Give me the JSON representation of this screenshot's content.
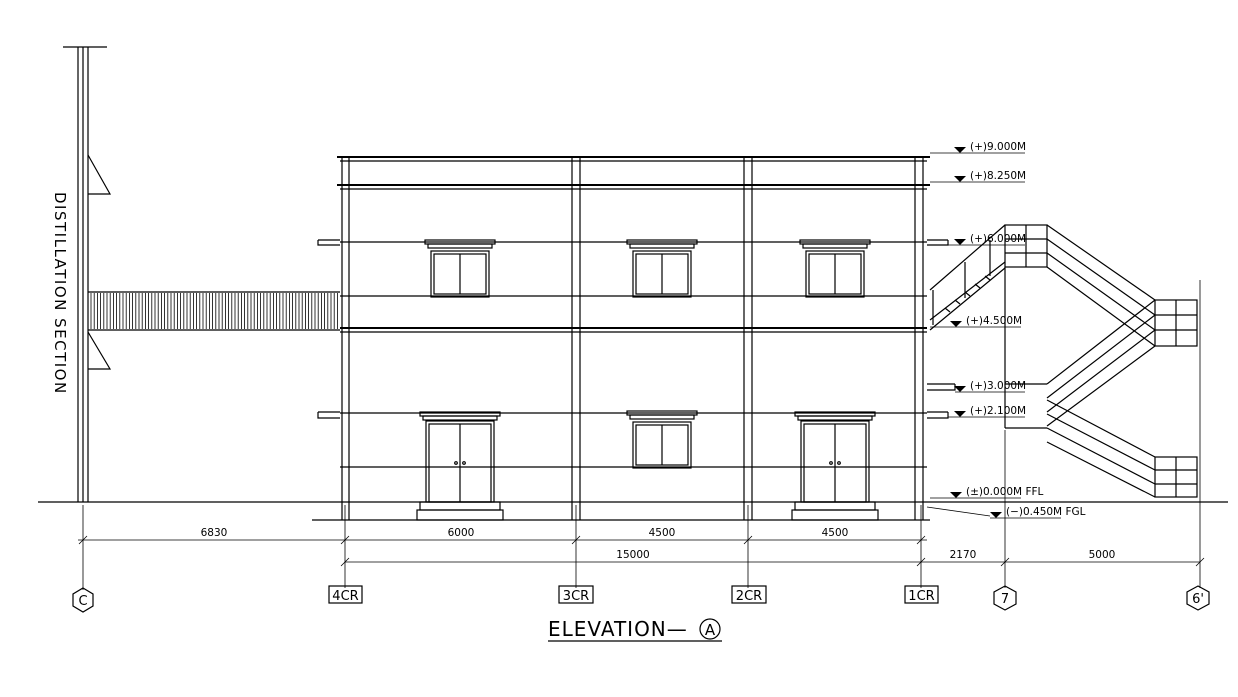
{
  "title": "ELEVATION—",
  "title_marker": "A",
  "side_label": "DISTILLATION SECTION",
  "levels": [
    {
      "key": "l9000",
      "text": "(+)9.000M"
    },
    {
      "key": "l8250",
      "text": "(+)8.250M"
    },
    {
      "key": "l6000",
      "text": "(+)6.000M"
    },
    {
      "key": "l4500",
      "text": "(+)4.500M"
    },
    {
      "key": "l3000",
      "text": "(+)3.000M"
    },
    {
      "key": "l2100",
      "text": "(+)2.100M"
    },
    {
      "key": "lffl",
      "text": "(±)0.000M FFL"
    },
    {
      "key": "lfgl",
      "text": "(−)0.450M FGL"
    }
  ],
  "dimensions": {
    "d6830": "6830",
    "d6000": "6000",
    "d4500a": "4500",
    "d4500b": "4500",
    "d15000": "15000",
    "d2170": "2170",
    "d5000": "5000"
  },
  "grid_labels": {
    "c": "C",
    "g4cr": "4CR",
    "g3cr": "3CR",
    "g2cr": "2CR",
    "g1cr": "1CR",
    "g7": "7",
    "g6": "6'"
  }
}
